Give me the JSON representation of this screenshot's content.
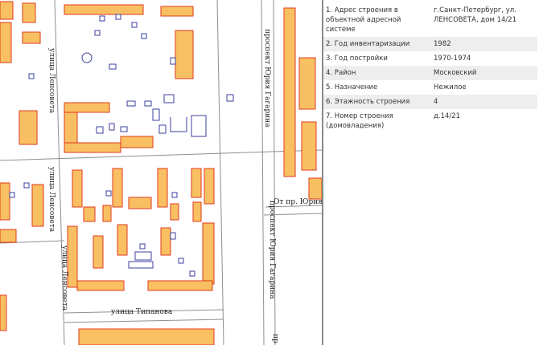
{
  "map": {
    "street_labels": [
      "улица Ленсовета",
      "улица Ленсовета",
      "проспект Юрия Гагарина",
      "проспект Юрия Гагарина",
      "От пр. Юрия",
      "улица Типанова",
      "улица Ленсовета",
      "пр"
    ]
  },
  "attributes": {
    "rows": [
      {
        "label": "1. Адрес строения в объектной адресной системе",
        "value": "г.Санкт-Петербург, ул. ЛЕНСОВЕТА, дом 14/21"
      },
      {
        "label": "2. Год инвентаризации",
        "value": "1982"
      },
      {
        "label": "3. Год постройки",
        "value": "1970-1974"
      },
      {
        "label": "4. Район",
        "value": "Московский"
      },
      {
        "label": "5. Назначение",
        "value": "Нежилое"
      },
      {
        "label": "6. Этажность строения",
        "value": "4"
      },
      {
        "label": "7. Номер строения (домовладения)",
        "value": "д.14/21"
      }
    ]
  },
  "colors": {
    "building_fill": "#f8c062",
    "building_outline": "#e23a1f",
    "object_outline": "#3b3f9c",
    "road_line": "#8f8f8f",
    "zebra_row": "#eeeeee"
  }
}
